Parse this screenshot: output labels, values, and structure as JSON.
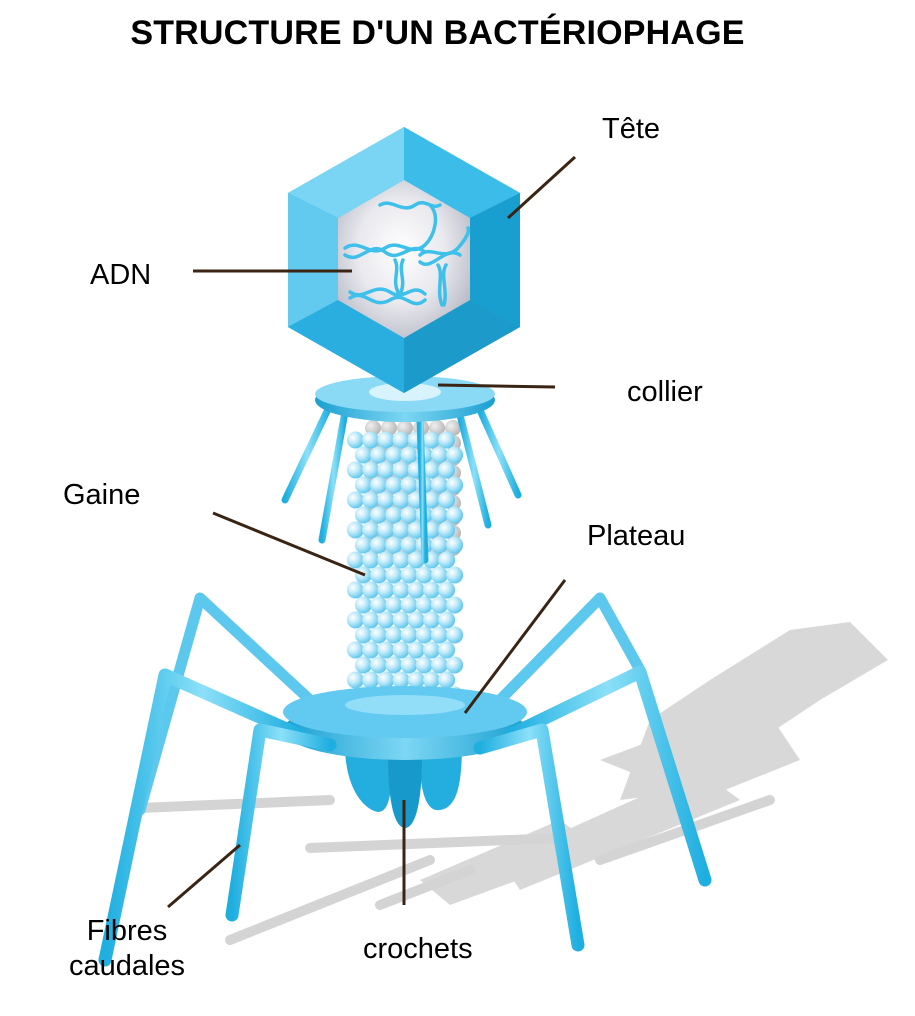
{
  "title": "STRUCTURE D'UN BACTÉRIOPHAGE",
  "labels": {
    "tete": "Tête",
    "adn": "ADN",
    "collier": "collier",
    "gaine": "Gaine",
    "plateau": "Plateau",
    "fibres_line1": "Fibres",
    "fibres_line2": "caudales",
    "crochets": "crochets"
  },
  "colors": {
    "capsid_main": "#29b6e6",
    "capsid_light": "#7fd6f3",
    "capsid_dark": "#1596c6",
    "dna": "#3ec0ea",
    "shadow": "#d9d9d9",
    "leader_line": "#3a2414"
  }
}
